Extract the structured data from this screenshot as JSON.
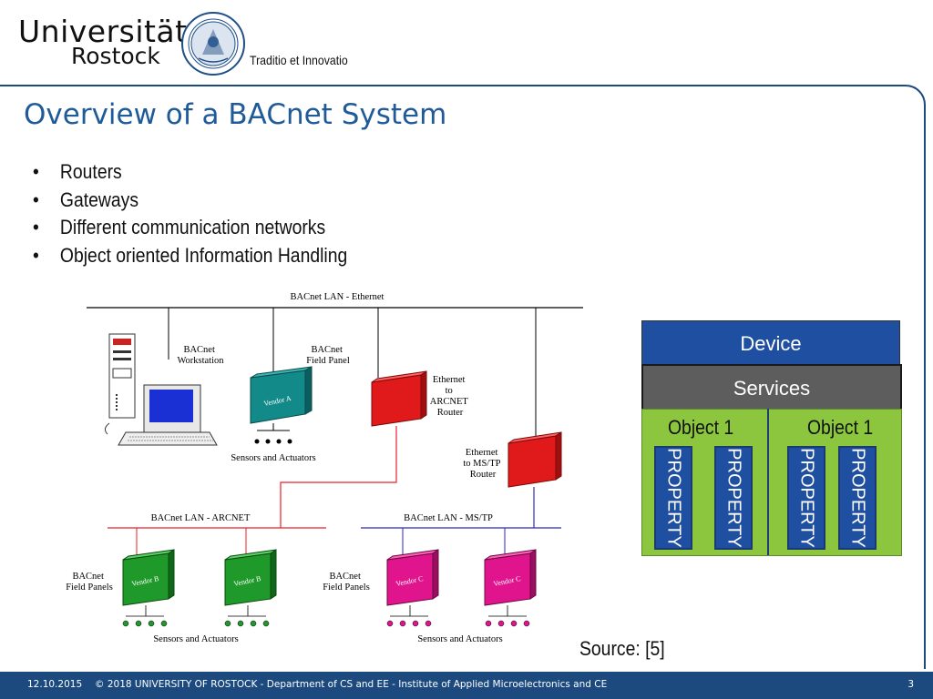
{
  "header": {
    "university": "Universität",
    "city": "Rostock",
    "motto": "Traditio et Innovatio"
  },
  "slide": {
    "title": "Overview of a BACnet System",
    "bullets": [
      "Routers",
      "Gateways",
      "Different communication networks",
      "Object oriented Information Handling"
    ],
    "bullet_symbol": "•"
  },
  "network_diagram": {
    "ethernet_lan": "BACnet LAN - Ethernet",
    "arcnet_lan": "BACnet LAN - ARCNET",
    "mstp_lan": "BACnet LAN - MS/TP",
    "workstation": [
      "BACnet",
      "Workstation"
    ],
    "field_panel_top": [
      "BACnet",
      "Field Panel"
    ],
    "router_arcnet": [
      "Ethernet",
      "to",
      "ARCNET",
      "Router"
    ],
    "router_mstp": [
      "Ethernet",
      "to MS/TP",
      "Router"
    ],
    "field_panels_left": [
      "BACnet",
      "Field Panels"
    ],
    "field_panels_right": [
      "BACnet",
      "Field Panels"
    ],
    "sensors_top": "Sensors and Actuators",
    "sensors_bottom_left": "Sensors and Actuators",
    "sensors_bottom_right": "Sensors and Actuators",
    "vendor_a": "Vendor A",
    "vendor_b": "Vendor B",
    "vendor_c": "Vendor C",
    "colors": {
      "ethernet": "#000000",
      "arcnet": "#e8202a",
      "mstp": "#2a2ab8",
      "vendor_a": "#138a8a",
      "vendor_b": "#1f9a2a",
      "vendor_c": "#e0148c",
      "router": "#e01a1a"
    }
  },
  "object_model": {
    "device": "Device",
    "services": "Services",
    "object_left": "Object 1",
    "object_right": "Object 1",
    "property": "PROPERTY",
    "colors": {
      "device": "#1f4fa0",
      "services": "#5d5d5d",
      "objects": "#8cc63f",
      "property": "#1f4fa0"
    }
  },
  "source": "Source: [5]",
  "footer": {
    "date": "12.10.2015",
    "copyright": "© 2018  UNIVERSITY OF ROSTOCK - Department of CS and EE  - Institute of Applied Microelectronics and CE",
    "page": "3"
  }
}
